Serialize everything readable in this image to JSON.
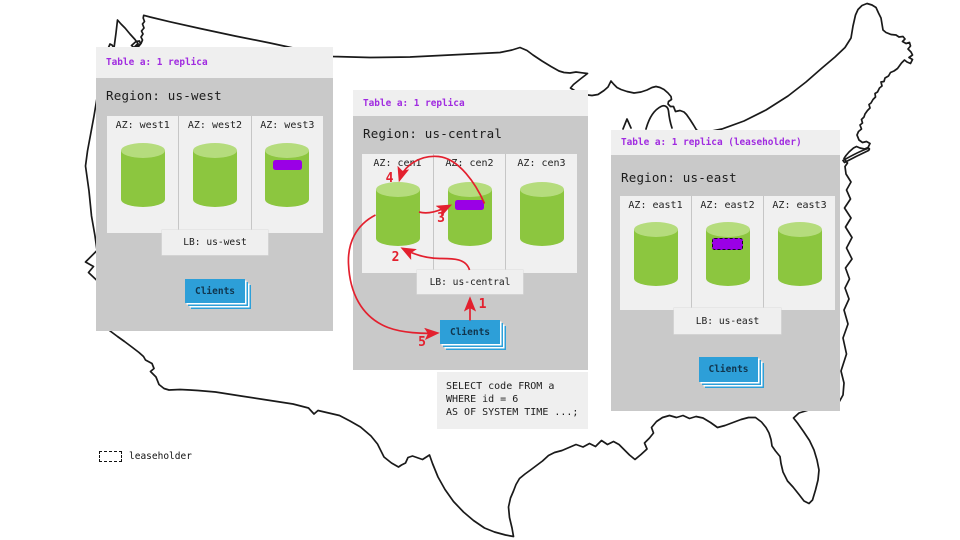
{
  "regions": [
    {
      "id": "us-west",
      "table_label": "Table a: 1 replica",
      "region_label": "Region: us-west",
      "azs": [
        {
          "label": "AZ: west1",
          "replica": false,
          "leaseholder": false
        },
        {
          "label": "AZ: west2",
          "replica": false,
          "leaseholder": false
        },
        {
          "label": "AZ: west3",
          "replica": true,
          "leaseholder": false
        }
      ],
      "lb_label": "LB: us-west",
      "clients_label": "Clients"
    },
    {
      "id": "us-central",
      "table_label": "Table a: 1 replica",
      "region_label": "Region: us-central",
      "azs": [
        {
          "label": "AZ: cen1",
          "replica": false,
          "leaseholder": false
        },
        {
          "label": "AZ: cen2",
          "replica": true,
          "leaseholder": false
        },
        {
          "label": "AZ: cen3",
          "replica": false,
          "leaseholder": false
        }
      ],
      "lb_label": "LB: us-central",
      "clients_label": "Clients"
    },
    {
      "id": "us-east",
      "table_label": "Table a: 1 replica (leaseholder)",
      "region_label": "Region: us-east",
      "azs": [
        {
          "label": "AZ: east1",
          "replica": false,
          "leaseholder": false
        },
        {
          "label": "AZ: east2",
          "replica": true,
          "leaseholder": true
        },
        {
          "label": "AZ: east3",
          "replica": false,
          "leaseholder": false
        }
      ],
      "lb_label": "LB: us-east",
      "clients_label": "Clients"
    }
  ],
  "flow": {
    "steps": [
      "1",
      "2",
      "3",
      "4",
      "5"
    ]
  },
  "sql_box": {
    "lines": [
      "SELECT code FROM a",
      "WHERE id = 6",
      "AS OF SYSTEM TIME ...;"
    ]
  },
  "legend": {
    "label": "leaseholder"
  },
  "colors": {
    "region_bg": "#c9c9c9",
    "panel_bg": "#f0f0f0",
    "light_bg": "#efefef",
    "cylinder_green": "#8cc63f",
    "cylinder_top_green": "#b5dc7d",
    "replica_purple": "#9a00e6",
    "clients_blue": "#2d9fd8",
    "arrow_red": "#e3202e",
    "purple_text": "#a02be0",
    "map_outline": "#1a1a1a"
  }
}
